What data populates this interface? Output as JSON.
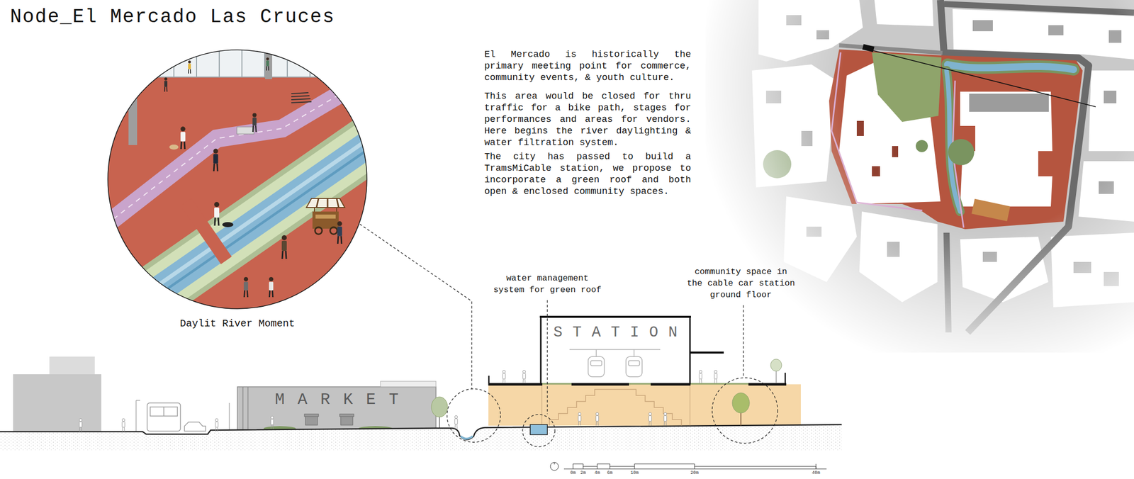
{
  "diagram": {
    "title": "Node_El Mercado Las Cruces",
    "nodes": [
      {
        "text": [
          "Daylit River Moment"
        ]
      },
      {
        "text": [
          "MARKET"
        ]
      },
      {
        "text": [
          "STATION"
        ]
      }
    ],
    "labels": [
      "El Mercado is historically the primary meeting point for commerce, community events, & youth culture.",
      "This area would be closed for thru traffic for a bike path, stages for performances and areas for vendors. Here begins the river daylighting & water filtration system.",
      "The city has passed to build a TramsMiCable station, we propose to incorporate a green roof and both open & enclosed community spaces.",
      "water management system for green roof",
      "community space in the cable car station ground floor",
      "0m",
      "2m",
      "4m",
      "6m",
      "10m",
      "20m",
      "40m"
    ]
  }
}
